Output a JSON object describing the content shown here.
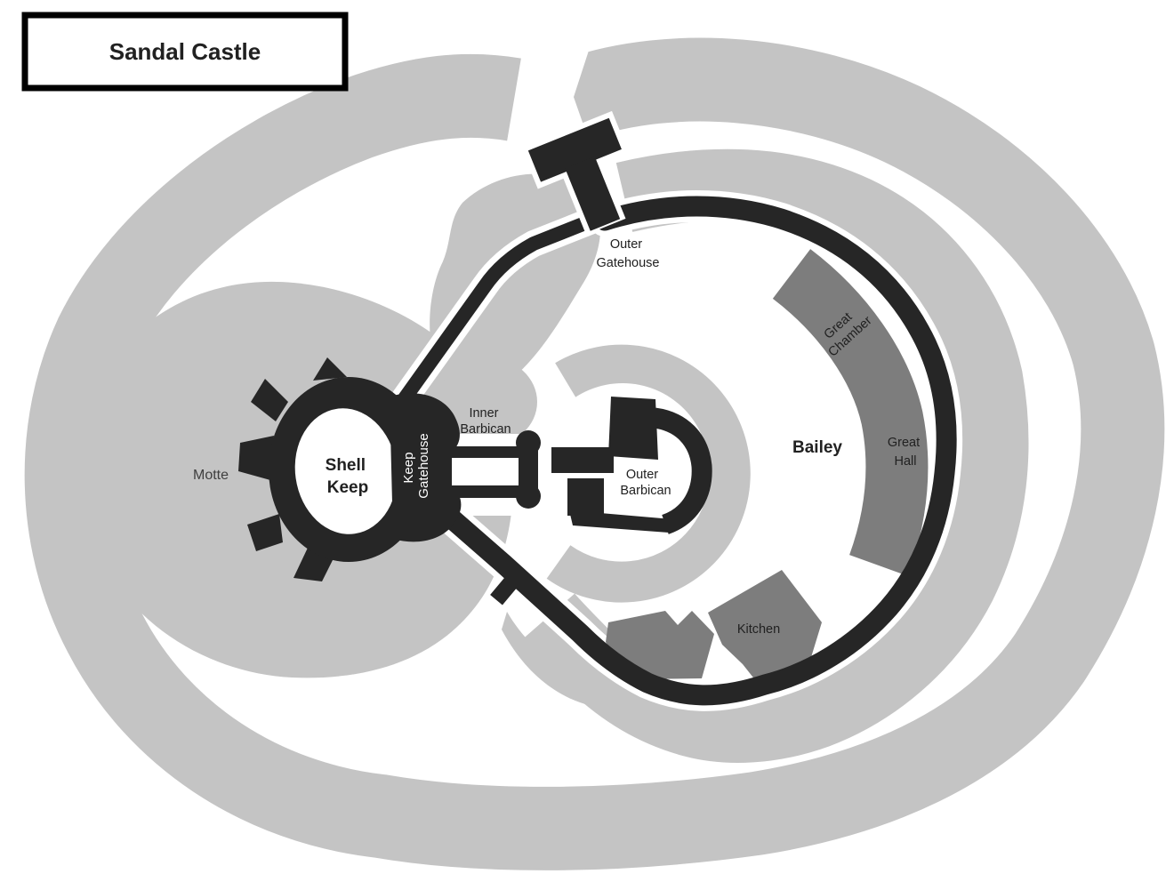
{
  "title": "Sandal Castle",
  "colors": {
    "earthwork": "#c4c4c4",
    "building": "#7d7d7d",
    "wall": "#262626",
    "background": "#ffffff",
    "label": "#212121",
    "label_muted": "#3f3f3f",
    "label_on_wall": "#ffffff"
  },
  "labels": {
    "motte": "Motte",
    "shell_keep": [
      "Shell",
      "Keep"
    ],
    "keep_gatehouse": [
      "Keep",
      "Gatehouse"
    ],
    "inner_barbican": [
      "Inner",
      "Barbican"
    ],
    "outer_barbican": [
      "Outer",
      "Barbican"
    ],
    "outer_gatehouse": [
      "Outer",
      "Gatehouse"
    ],
    "bailey": "Bailey",
    "great_chamber": [
      "Great",
      "Chamber"
    ],
    "great_hall": [
      "Great",
      "Hall"
    ],
    "kitchen": "Kitchen"
  }
}
